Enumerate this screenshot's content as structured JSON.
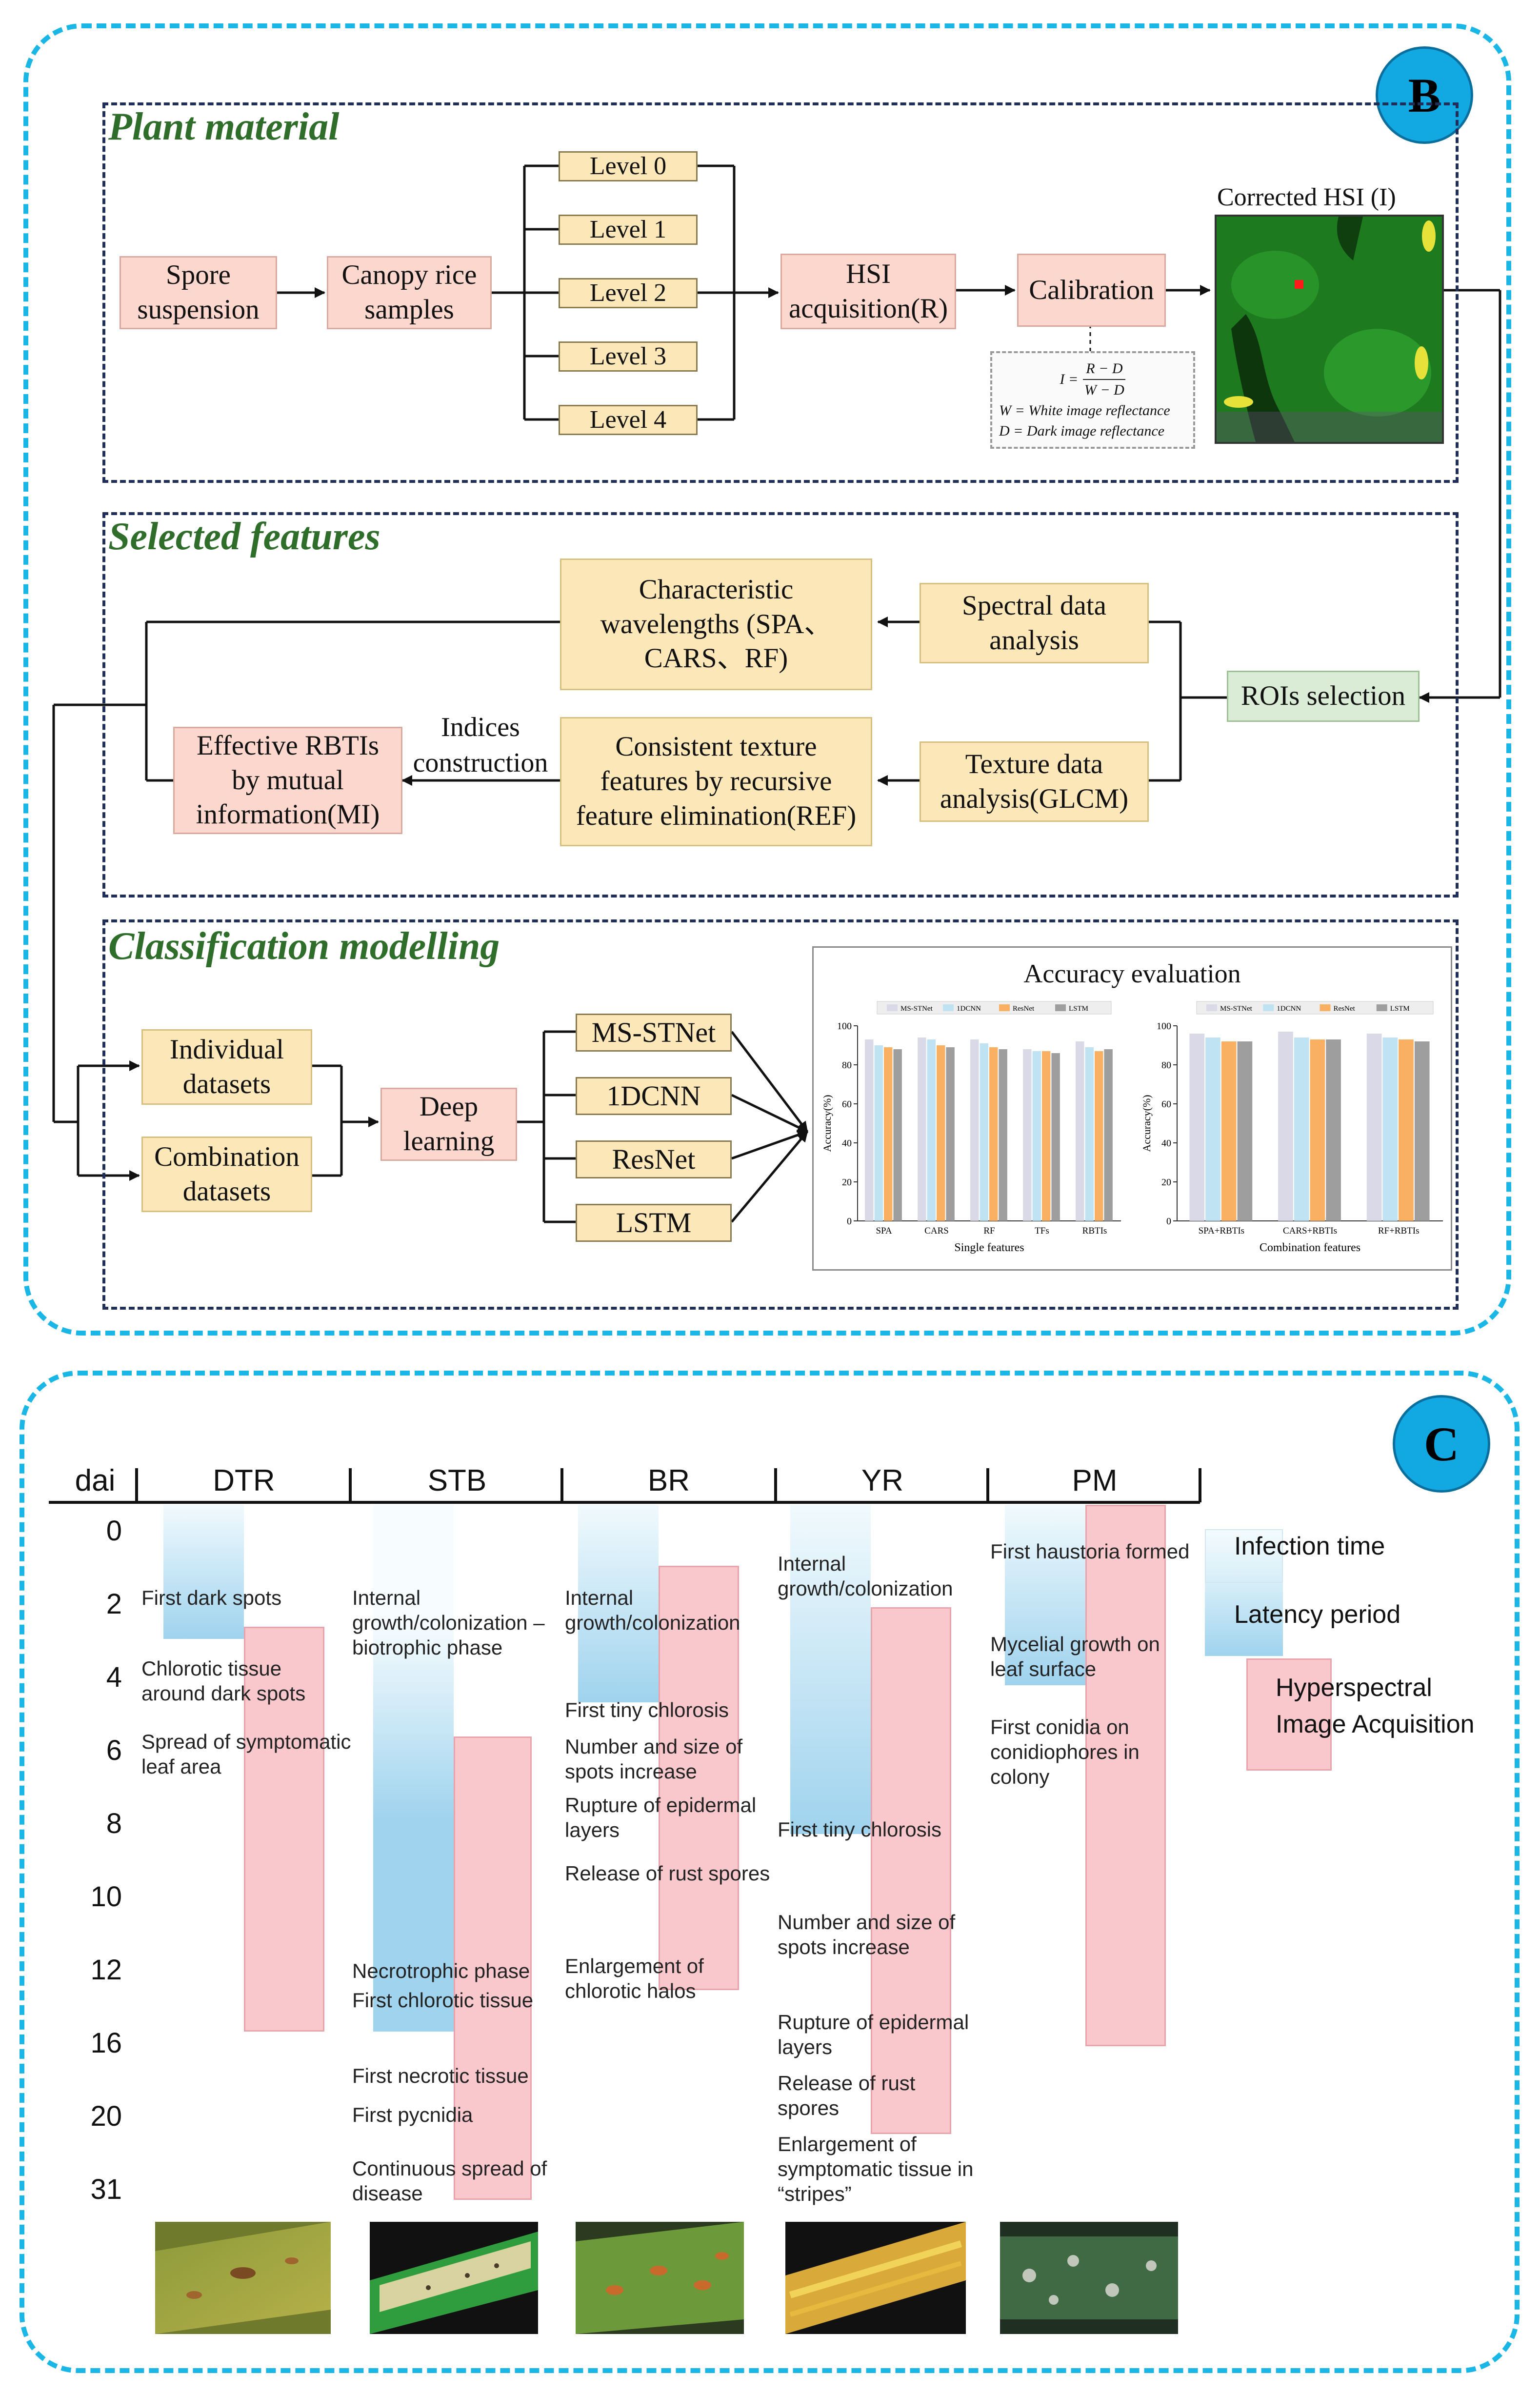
{
  "panel_b": {
    "badge": "B",
    "plant_material": {
      "title": "Plant material",
      "spore": "Spore suspension",
      "canopy": "Canopy rice samples",
      "levels": [
        "Level 0",
        "Level 1",
        "Level 2",
        "Level 3",
        "Level 4"
      ],
      "hsi": "HSI acquisition(R)",
      "calibration": "Calibration",
      "corrected": "Corrected HSI (I)",
      "formula": {
        "lhs": "I =",
        "num": "R − D",
        "den": "W − D",
        "w_def": "W = White image reflectance",
        "d_def": "D = Dark image reflectance"
      },
      "hsi_image_colors": {
        "bg": "#1f7d1f",
        "spot": "#ff1a1a",
        "lesion": "#e7e23a"
      }
    },
    "selected_features": {
      "title": "Selected features",
      "characteristic": "Characteristic wavelengths (SPA、CARS、RF)",
      "spectral": "Spectral data analysis",
      "rois": "ROIs selection",
      "texture": "Texture data analysis(GLCM)",
      "consistent": "Consistent texture features by recursive feature elimination(REF)",
      "indices": "Indices construction",
      "effective": "Effective RBTIs by mutual information(MI)"
    },
    "classification": {
      "title": "Classification modelling",
      "individual": "Individual datasets",
      "combination": "Combination datasets",
      "deep": "Deep learning",
      "models": [
        "MS-STNet",
        "1DCNN",
        "ResNet",
        "LSTM"
      ]
    }
  },
  "chart_data": {
    "title": "Accuracy evaluation",
    "colors": [
      "#d9d9e8",
      "#bfe3f2",
      "#f9b063",
      "#9e9e9e"
    ],
    "charts": [
      {
        "type": "bar",
        "ylabel": "Accuracy(%)",
        "xlabel": "Single features",
        "categories": [
          "SPA",
          "CARS",
          "RF",
          "TFs",
          "RBTIs"
        ],
        "ylim": [
          0,
          100
        ],
        "yticks": [
          "0",
          "20",
          "40",
          "60",
          "80",
          "100"
        ],
        "legend": [
          "MS-STNet",
          "1DCNN",
          "ResNet",
          "LSTM"
        ],
        "series": [
          {
            "name": "MS-STNet",
            "values": [
              93,
              94,
              93,
              88,
              92
            ]
          },
          {
            "name": "1DCNN",
            "values": [
              90,
              93,
              91,
              87,
              89
            ]
          },
          {
            "name": "ResNet",
            "values": [
              89,
              90,
              89,
              87,
              87
            ]
          },
          {
            "name": "LSTM",
            "values": [
              88,
              89,
              88,
              86,
              88
            ]
          }
        ]
      },
      {
        "type": "bar",
        "ylabel": "Accuracy(%)",
        "xlabel": "Combination features",
        "categories": [
          "SPA+RBTIs",
          "CARS+RBTIs",
          "RF+RBTIs"
        ],
        "ylim": [
          0,
          100
        ],
        "yticks": [
          "0",
          "20",
          "40",
          "60",
          "80",
          "100"
        ],
        "legend": [
          "MS-STNet",
          "1DCNN",
          "ResNet",
          "LSTM"
        ],
        "series": [
          {
            "name": "MS-STNet",
            "values": [
              96,
              97,
              96
            ]
          },
          {
            "name": "1DCNN",
            "values": [
              94,
              94,
              94
            ]
          },
          {
            "name": "ResNet",
            "values": [
              92,
              93,
              93
            ]
          },
          {
            "name": "LSTM",
            "values": [
              92,
              93,
              92
            ]
          }
        ]
      }
    ]
  },
  "panel_c": {
    "badge": "C",
    "day_header": "dai",
    "days": [
      "0",
      "2",
      "4",
      "6",
      "8",
      "10",
      "12",
      "16",
      "20",
      "31"
    ],
    "diseases": [
      "DTR",
      "STB",
      "BR",
      "YR",
      "PM"
    ],
    "legend": {
      "infection": "Infection time",
      "latency": "Latency period",
      "hyper1": "Hyperspectral",
      "hyper2": "Image Acquisition"
    },
    "notes": {
      "dtr": [
        "First dark spots",
        "Chlorotic tissue around dark spots",
        "Spread of symptomatic leaf area"
      ],
      "stb": [
        "Internal growth/colonization – biotrophic phase",
        "Necrotrophic phase",
        "First chlorotic tissue",
        "First necrotic tissue",
        "First pycnidia",
        "Continuous spread of disease"
      ],
      "br": [
        "Internal growth/colonization",
        "First tiny chlorosis",
        "Number and size of spots increase",
        "Rupture of epidermal layers",
        "Release of rust spores",
        "Enlargement of chlorotic halos"
      ],
      "yr": [
        "Internal growth/colonization",
        "First tiny chlorosis",
        "Number and size of spots increase",
        "Rupture of epidermal layers",
        "Release of rust spores",
        "Enlargement of symptomatic tissue in “stripes”"
      ],
      "pm": [
        "First haustoria formed",
        "Mycelial growth on leaf surface",
        "First conidia on conidiophores in colony"
      ]
    }
  }
}
